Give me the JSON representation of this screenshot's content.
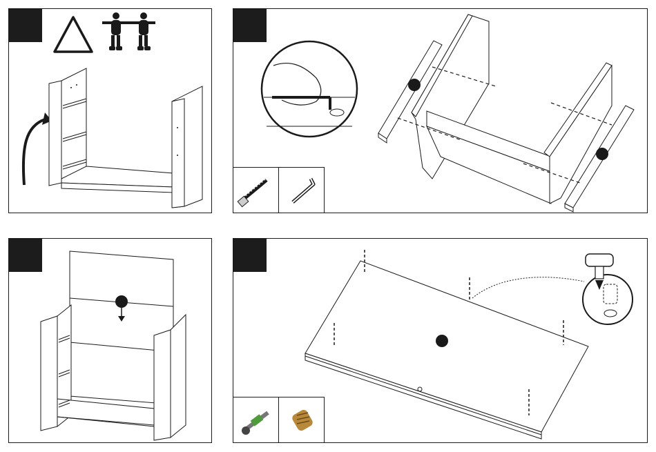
{
  "page": {
    "title": ""
  },
  "steps": [
    {
      "id": "step-1",
      "badge_label": "",
      "notes": [
        "two-person-lift",
        "warning-triangle",
        "rotate-arrow"
      ]
    },
    {
      "id": "step-2",
      "badge_label": "",
      "notes": [
        "allen-key-detail",
        "cam-bolt-part",
        "allen-key-part"
      ]
    },
    {
      "id": "step-3",
      "badge_label": "",
      "notes": [
        "back-panel-insert",
        "down-arrow"
      ]
    },
    {
      "id": "step-4",
      "badge_label": "",
      "notes": [
        "hammer-detail",
        "cam-connector-part",
        "wood-dowel-insert-part"
      ]
    }
  ],
  "icons": {
    "warning": "warning-triangle-icon",
    "people": "two-person-icon",
    "hammer": "hammer-icon",
    "allen_key": "allen-key-icon",
    "cam_bolt": "cam-bolt-icon",
    "cam_connector": "cam-connector-icon",
    "threaded_insert": "threaded-insert-icon"
  },
  "colors": {
    "ink": "#1a1a1a",
    "badge": "#1c1c1c",
    "screw_green": "#4f9a3b",
    "brass": "#b8893a",
    "panel_fill": "#ffffff"
  }
}
